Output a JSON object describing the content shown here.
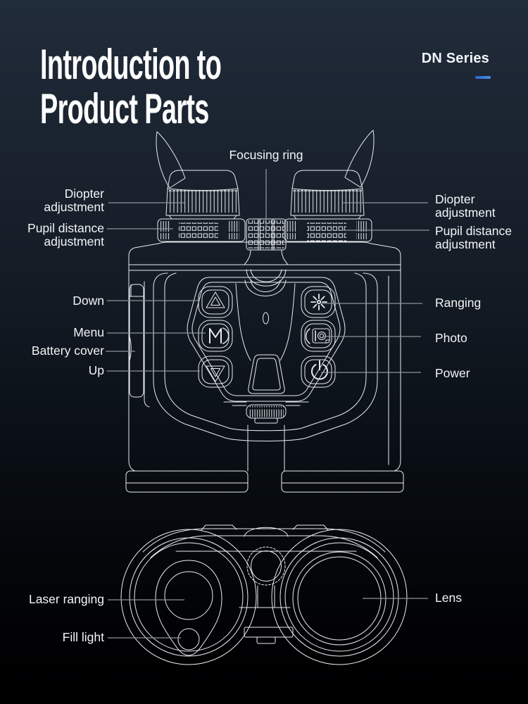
{
  "header": {
    "title": "Introduction to\nProduct Parts",
    "series": "DN Series"
  },
  "labels": {
    "focusing_ring": "Focusing ring",
    "diopter_left": "Diopter\nadjustment",
    "pupil_left": "Pupil distance\nadjustment",
    "diopter_right": "Diopter\nadjustment",
    "pupil_right": "Pupil distance\nadjustment",
    "down": "Down",
    "menu": "Menu",
    "battery_cover": "Battery cover",
    "up": "Up",
    "ranging": "Ranging",
    "photo": "Photo",
    "power": "Power",
    "laser_ranging": "Laser ranging",
    "fill_light": "Fill light",
    "lens": "Lens"
  },
  "icons": {
    "up_button_glyph": "triangle-up",
    "menu_button_glyph": "letter-m",
    "down_button_glyph": "triangle-down",
    "ranging_button_glyph": "laser-starburst",
    "photo_button_glyph": "camera",
    "power_button_glyph": "power-symbol"
  },
  "colors": {
    "background_top": "#212c3a",
    "background_bottom": "#000000",
    "accent_blue": "#3b7de0",
    "line_art": "#e9ecef",
    "leader_line": "#8d9299",
    "text": "#f3f5f7"
  }
}
